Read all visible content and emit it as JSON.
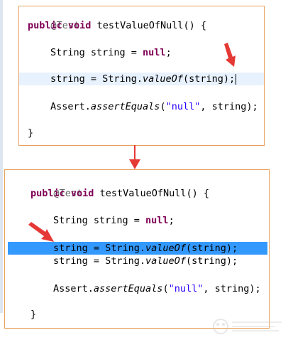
{
  "before": {
    "line1": "@Test",
    "line2_kw1": "public",
    "line2_kw2": "void",
    "line2_rest": " testValueOfNull() {",
    "line3_type": "String string = ",
    "line3_kw": "null",
    "line3_end": ";",
    "line4_pre": "string = String.",
    "line4_method": "valueOf",
    "line4_args": "(string);",
    "line5_pre": "Assert.",
    "line5_method": "assertEquals",
    "line5_open": "(",
    "line5_str": "\"null\"",
    "line5_rest": ", string);",
    "line6": "}"
  },
  "after": {
    "line1": "@Test",
    "line2_kw1": "public",
    "line2_kw2": "void",
    "line2_rest": " testValueOfNull() {",
    "line3_type": "String string = ",
    "line3_kw": "null",
    "line3_end": ";",
    "line4_pre": "string = String.",
    "line4_method": "valueOf",
    "line4_args": "(string);",
    "line5_pre": "string = String.",
    "line5_method": "valueOf",
    "line5_args": "(string);",
    "line6_pre": "Assert.",
    "line6_method": "assertEquals",
    "line6_open": "(",
    "line6_str": "\"null\"",
    "line6_rest": ", string);",
    "line7": "}"
  },
  "colors": {
    "panel_border": "#e8a15a",
    "arrow": "#e53935",
    "keyword": "#7f0055",
    "string": "#2a00ff",
    "selection": "#3399ff",
    "current_line": "#e8f2fe"
  },
  "icons": [
    "red-arrow-icon",
    "watermark-logo"
  ]
}
